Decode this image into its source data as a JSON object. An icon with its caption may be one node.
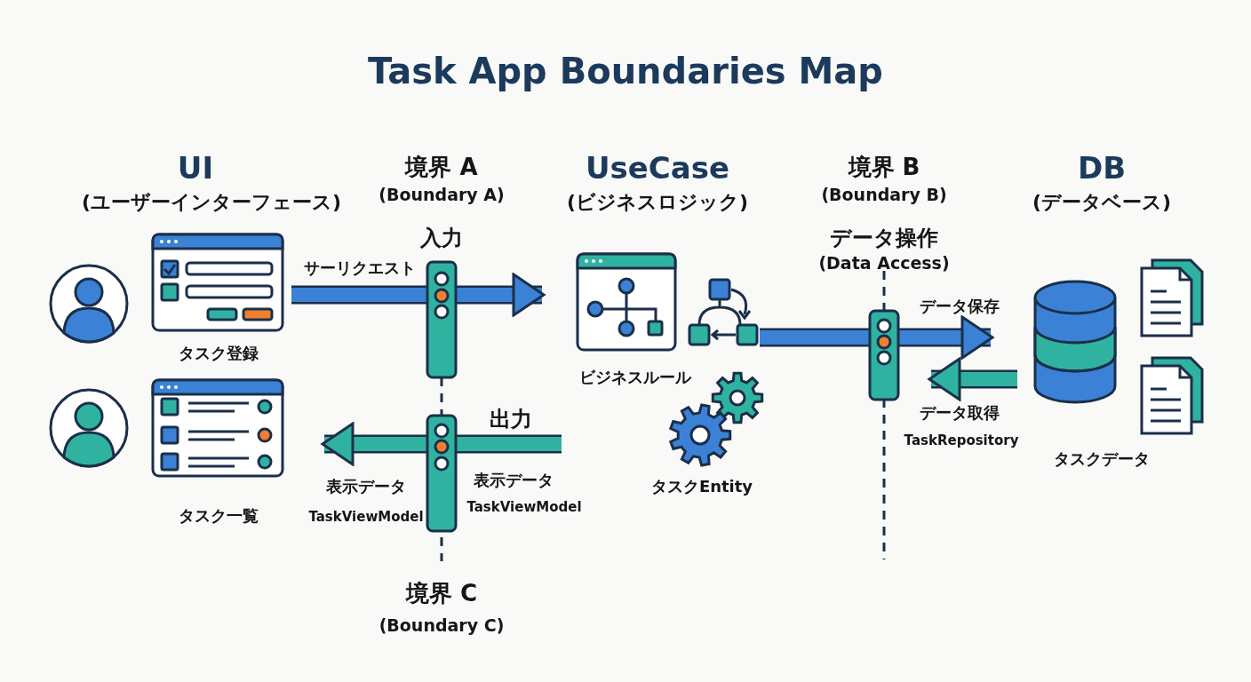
{
  "diagram": {
    "title": "Task App Boundaries Map",
    "nodes": [
      {
        "text": [],
        "shape": "person"
      },
      {
        "text": [
          "タスク登録"
        ]
      },
      {
        "text": [],
        "shape": "person"
      },
      {
        "text": [
          "タスク一覧"
        ]
      },
      {
        "text": [
          "ビジネスルール"
        ]
      },
      {
        "text": [
          "タスクEntity"
        ]
      },
      {
        "text": [
          "タスクデータ"
        ]
      }
    ],
    "edges": [
      {
        "from": 1,
        "to": 4,
        "arrow": "to",
        "label": "サーリクエスト"
      },
      {
        "from": null,
        "to": 3,
        "arrow": "to",
        "label": "表示データ"
      },
      {
        "from": 4,
        "to": 6,
        "arrow": "to",
        "label": "データ保存"
      },
      {
        "from": 6,
        "to": null,
        "arrow": "to",
        "label": "データ取得"
      }
    ],
    "labels": [
      "UI",
      "(ユーザーインターフェース)",
      "境界 A",
      "(Boundary A)",
      "UseCase",
      "(ビジネスロジック)",
      "境界 B",
      "(Boundary B)",
      "DB",
      "(データベース)",
      "入力",
      "データ操作",
      "(Data Access)",
      "出力",
      "TaskViewModel",
      "表示データ",
      "TaskViewModel",
      "TaskRepository",
      "境界 C",
      "(Boundary C)"
    ]
  }
}
